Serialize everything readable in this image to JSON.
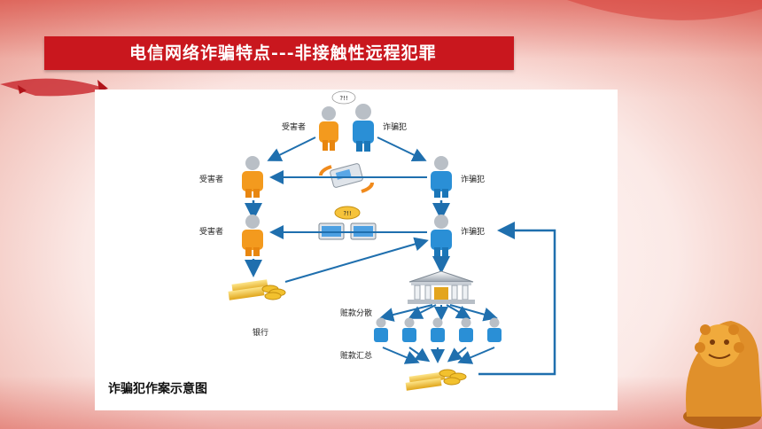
{
  "slide": {
    "title": "电信网络诈骗特点---非接触性远程犯罪"
  },
  "diagram": {
    "caption": "诈骗犯作案示意图",
    "labels": {
      "victim_top": "受害者",
      "fraudster_top": "诈骗犯",
      "victim_mid": "受害者",
      "fraudster_mid": "诈骗犯",
      "victim_low": "受害者",
      "fraudster_low": "诈骗犯",
      "bank": "银行",
      "split": "赃款分散",
      "gather": "赃款汇总",
      "bubble": "?!!",
      "bubble2": "?!!"
    }
  },
  "colors": {
    "title_bar": "#c9171e",
    "victim": "#f39a1e",
    "fraudster": "#2a8fd6",
    "arrow": "#1f6fae",
    "gold": "#f2c12e"
  }
}
